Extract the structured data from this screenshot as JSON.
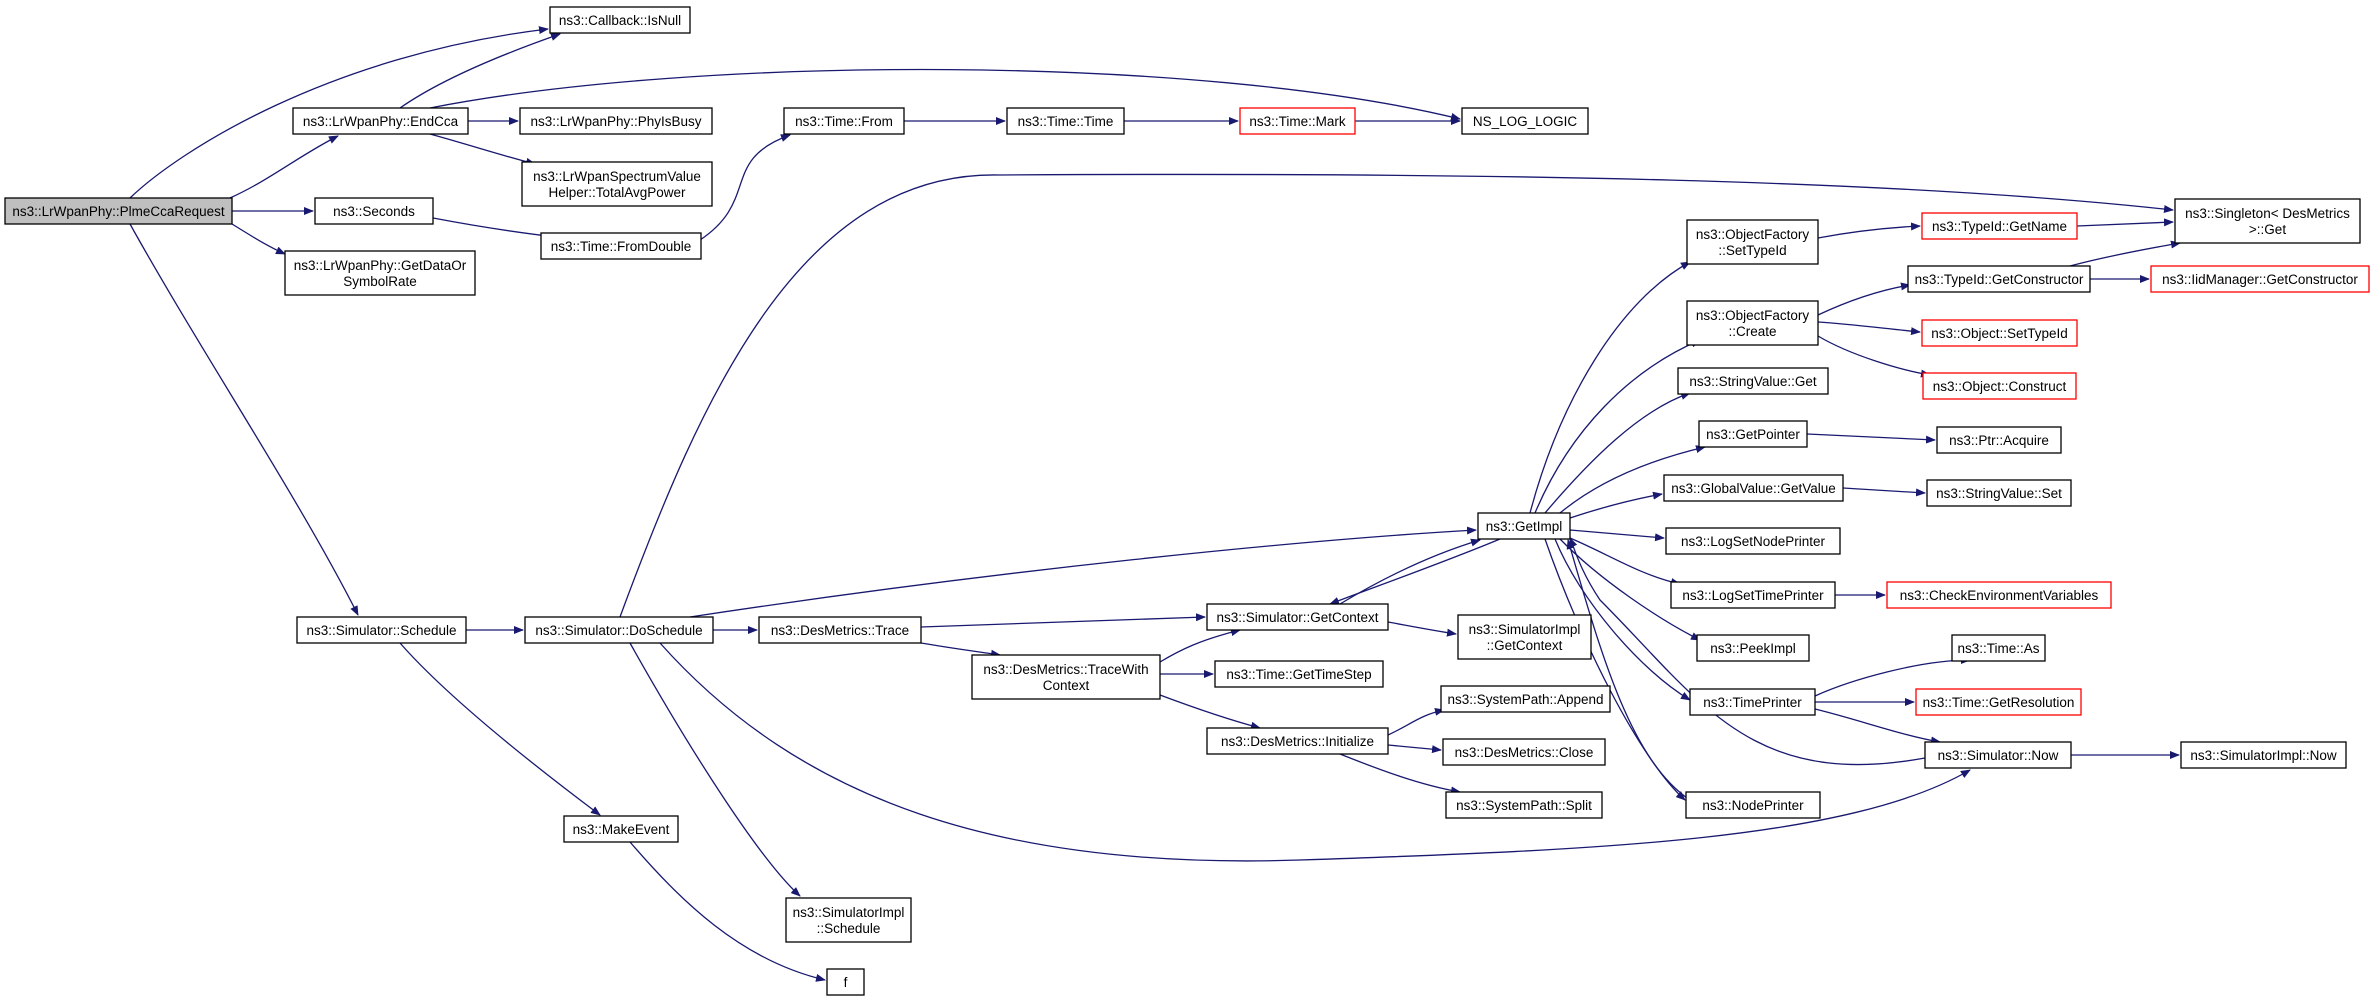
{
  "graph": {
    "nodes": [
      {
        "id": "root",
        "lines": [
          "ns3::LrWpanPhy::PlmeCcaRequest"
        ],
        "style": "root"
      },
      {
        "id": "isnull",
        "lines": [
          "ns3::Callback::IsNull"
        ]
      },
      {
        "id": "endcca",
        "lines": [
          "ns3::LrWpanPhy::EndCca"
        ]
      },
      {
        "id": "phyisbusy",
        "lines": [
          "ns3::LrWpanPhy::PhyIsBusy"
        ]
      },
      {
        "id": "totalavg",
        "lines": [
          "ns3::LrWpanSpectrumValue",
          "Helper::TotalAvgPower"
        ]
      },
      {
        "id": "seconds",
        "lines": [
          "ns3::Seconds"
        ]
      },
      {
        "id": "fromdouble",
        "lines": [
          "ns3::Time::FromDouble"
        ]
      },
      {
        "id": "getdata",
        "lines": [
          "ns3::LrWpanPhy::GetDataOr",
          "SymbolRate"
        ]
      },
      {
        "id": "timefrom",
        "lines": [
          "ns3::Time::From"
        ]
      },
      {
        "id": "timetime",
        "lines": [
          "ns3::Time::Time"
        ]
      },
      {
        "id": "timemark",
        "lines": [
          "ns3::Time::Mark"
        ],
        "style": "red"
      },
      {
        "id": "nslog",
        "lines": [
          "NS_LOG_LOGIC"
        ]
      },
      {
        "id": "schedule",
        "lines": [
          "ns3::Simulator::Schedule"
        ]
      },
      {
        "id": "doschedule",
        "lines": [
          "ns3::Simulator::DoSchedule"
        ]
      },
      {
        "id": "trace",
        "lines": [
          "ns3::DesMetrics::Trace"
        ]
      },
      {
        "id": "tracewith",
        "lines": [
          "ns3::DesMetrics::TraceWith",
          "Context"
        ]
      },
      {
        "id": "getcontext",
        "lines": [
          "ns3::Simulator::GetContext"
        ]
      },
      {
        "id": "simimplgetctx",
        "lines": [
          "ns3::SimulatorImpl",
          "::GetContext"
        ]
      },
      {
        "id": "gettimestep",
        "lines": [
          "ns3::Time::GetTimeStep"
        ]
      },
      {
        "id": "initialize",
        "lines": [
          "ns3::DesMetrics::Initialize"
        ]
      },
      {
        "id": "append",
        "lines": [
          "ns3::SystemPath::Append"
        ]
      },
      {
        "id": "close",
        "lines": [
          "ns3::DesMetrics::Close"
        ]
      },
      {
        "id": "split",
        "lines": [
          "ns3::SystemPath::Split"
        ]
      },
      {
        "id": "makeevent",
        "lines": [
          "ns3::MakeEvent"
        ]
      },
      {
        "id": "simimplsched",
        "lines": [
          "ns3::SimulatorImpl",
          "::Schedule"
        ]
      },
      {
        "id": "f",
        "lines": [
          "f"
        ]
      },
      {
        "id": "getimpl",
        "lines": [
          "ns3::GetImpl"
        ]
      },
      {
        "id": "settypeid",
        "lines": [
          "ns3::ObjectFactory",
          "::SetTypeId"
        ]
      },
      {
        "id": "create",
        "lines": [
          "ns3::ObjectFactory",
          "::Create"
        ]
      },
      {
        "id": "stringget",
        "lines": [
          "ns3::StringValue::Get"
        ]
      },
      {
        "id": "getpointer",
        "lines": [
          "ns3::GetPointer"
        ]
      },
      {
        "id": "globalget",
        "lines": [
          "ns3::GlobalValue::GetValue"
        ]
      },
      {
        "id": "lognode",
        "lines": [
          "ns3::LogSetNodePrinter"
        ]
      },
      {
        "id": "logtime",
        "lines": [
          "ns3::LogSetTimePrinter"
        ]
      },
      {
        "id": "peekimpl",
        "lines": [
          "ns3::PeekImpl"
        ]
      },
      {
        "id": "timeprinter",
        "lines": [
          "ns3::TimePrinter"
        ]
      },
      {
        "id": "nodeprinter",
        "lines": [
          "ns3::NodePrinter"
        ]
      },
      {
        "id": "getname",
        "lines": [
          "ns3::TypeId::GetName"
        ],
        "style": "red"
      },
      {
        "id": "getctor",
        "lines": [
          "ns3::TypeId::GetConstructor"
        ]
      },
      {
        "id": "objsettypeid",
        "lines": [
          "ns3::Object::SetTypeId"
        ],
        "style": "red"
      },
      {
        "id": "objconstruct",
        "lines": [
          "ns3::Object::Construct"
        ],
        "style": "red"
      },
      {
        "id": "ptracquire",
        "lines": [
          "ns3::Ptr::Acquire"
        ]
      },
      {
        "id": "stringset",
        "lines": [
          "ns3::StringValue::Set"
        ]
      },
      {
        "id": "checkenv",
        "lines": [
          "ns3::CheckEnvironmentVariables"
        ],
        "style": "red"
      },
      {
        "id": "timeas",
        "lines": [
          "ns3::Time::As"
        ]
      },
      {
        "id": "getres",
        "lines": [
          "ns3::Time::GetResolution"
        ],
        "style": "red"
      },
      {
        "id": "simnow",
        "lines": [
          "ns3::Simulator::Now"
        ]
      },
      {
        "id": "simimplnow",
        "lines": [
          "ns3::SimulatorImpl::Now"
        ]
      },
      {
        "id": "singleton",
        "lines": [
          "ns3::Singleton< DesMetrics",
          " >::Get"
        ]
      },
      {
        "id": "iidmgr",
        "lines": [
          "ns3::IidManager::GetConstructor"
        ],
        "style": "red"
      }
    ]
  }
}
